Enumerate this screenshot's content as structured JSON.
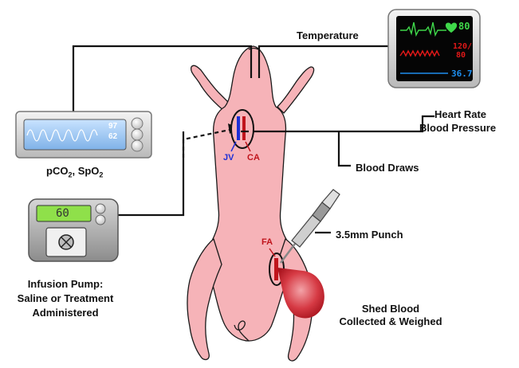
{
  "labels": {
    "temperature": "Temperature",
    "heart_rate": "Heart Rate",
    "blood_pressure": "Blood Pressure",
    "blood_draws": "Blood Draws",
    "punch": "3.5mm Punch",
    "shed_blood_1": "Shed Blood",
    "shed_blood_2": "Collected & Weighed",
    "infusion_1": "Infusion Pump:",
    "infusion_2": "Saline or Treatment",
    "infusion_3": "Administered",
    "gas_pre": "pCO",
    "gas_sub": "2",
    "gas_post": ", SpO",
    "gas_sub2": "2",
    "jv": "JV",
    "ca": "CA",
    "fa": "FA"
  },
  "monitor": {
    "hr_value": "80",
    "bp_value_top": "120/",
    "bp_value_bottom": "80",
    "temp_value": "36.7"
  },
  "gas_monitor": {
    "value_top": "97",
    "value_bottom": "62"
  },
  "pump": {
    "display_value": "60"
  },
  "colors": {
    "pig_fill": "#f6b3b8",
    "ecg_green": "#3fd84a",
    "bp_red": "#e01818",
    "temp_blue": "#1e8ff0",
    "artery_red": "#c0141c",
    "vein_blue": "#1e2fd6",
    "pump_display": "#8fe04a"
  }
}
